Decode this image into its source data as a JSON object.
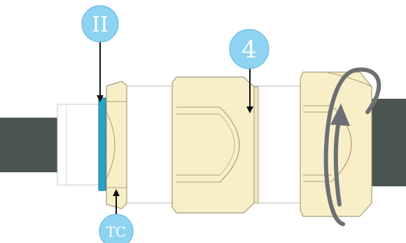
{
  "callouts": {
    "top_left": "II",
    "middle": "4",
    "bottom": "TC"
  },
  "colors": {
    "cable": "#4a5450",
    "part": "#f8efc8",
    "part_outline": "#a89c76",
    "seal_ring": "#2aa3c8",
    "callout_bubble": "#8fd3f2",
    "rotation_arrow": "#6c7074",
    "leader": "#111111"
  }
}
